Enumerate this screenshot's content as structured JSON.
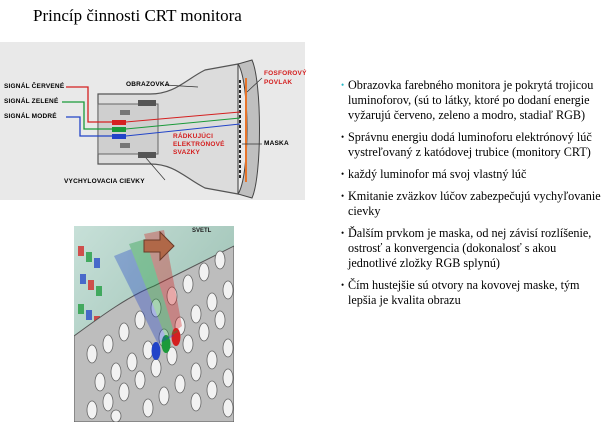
{
  "title": "Princíp činnosti CRT monitora",
  "crt_diagram": {
    "signal_red": "SIGNÁL ČERVENÉ",
    "signal_green": "SIGNÁL ZELENÉ",
    "signal_blue": "SIGNÁL MODRÉ",
    "screen": "OBRAZOVKA",
    "phosphor_line1": "FOSFOROVÝ",
    "phosphor_line2": "POVLAK",
    "beams_line1": "RÁDKUJÚCI",
    "beams_line2": "ELEKTRÓNOVÉ",
    "beams_line3": "SVAZKY",
    "mask": "MASKA",
    "deflection_coils": "VYCHYLOVACIA CIEVKY",
    "colors": {
      "red": "#d42020",
      "green": "#1a9a3a",
      "blue": "#2244c8",
      "phosphor": "#e8742a"
    }
  },
  "mask_illustration": {
    "label_fragment": "SVETL",
    "icons": [
      "arrow-icon",
      "electron-beam-icon"
    ]
  },
  "bullets": [
    "Obrazovka farebného monitora je pokrytá trojicou luminoforov, (sú to látky, ktoré po dodaní energie vyžarujú červeno, zeleno a modro, stadiaľ RGB)",
    "Správnu energiu dodá luminoforu elektrónový lúč vystreľovaný z katódovej trubice (monitory CRT)",
    "každý luminofor má svoj vlastný lúč",
    "Kmitanie zväzkov lúčov zabezpečujú vychyľovanie cievky",
    "Ďalším prvkom je maska, od nej závisí rozlíšenie, ostrosť a konvergencia (dokonalosť s akou jednotlivé zložky RGB splynú)",
    "Čím hustejšie sú otvory na kovovej maske, tým lepšia je kvalita obrazu"
  ],
  "bullet_symbol": "•"
}
